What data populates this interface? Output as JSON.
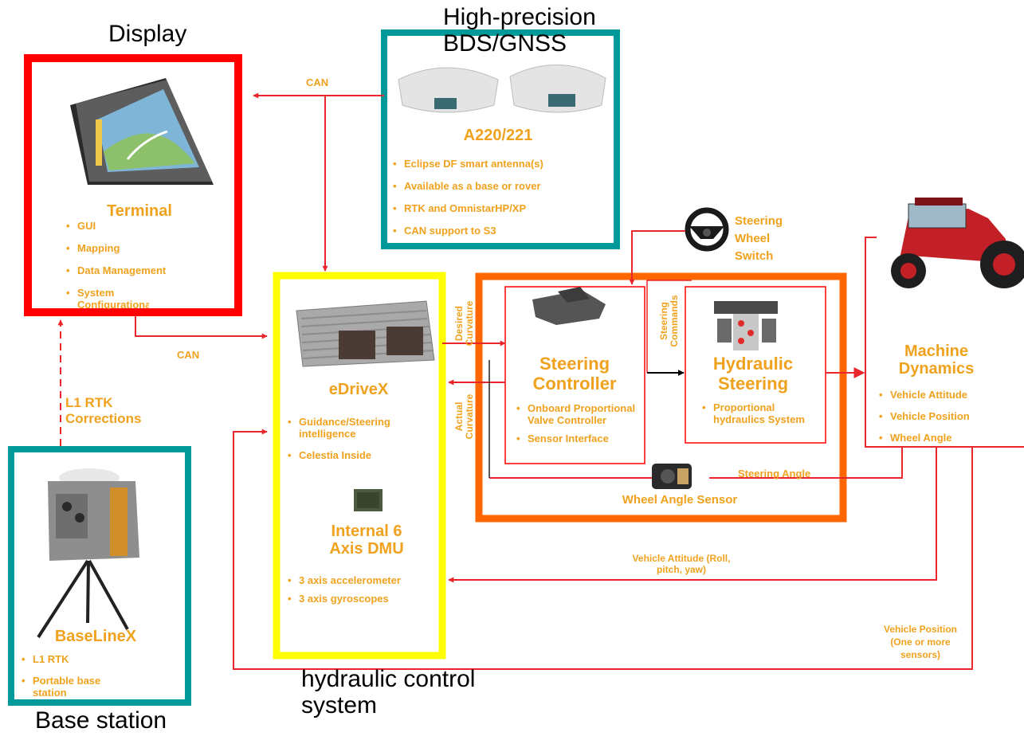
{
  "captions": {
    "display": "Display",
    "gnss": "High-precision BDS/GNSS",
    "hydraulic": "hydraulic control system",
    "base_station": "Base station"
  },
  "terminal": {
    "title": "Terminal",
    "items": [
      "GUI",
      "Mapping",
      "Data Management",
      "System Configurationa"
    ]
  },
  "gnss_box": {
    "title": "A220/221",
    "items": [
      "Eclipse DF smart antenna(s)",
      "Available as a base or rover",
      "RTK and OmnistarHP/XP",
      "CAN support to S3"
    ]
  },
  "edrive": {
    "title": "eDriveX",
    "items": [
      "Guidance/Steering intelligence",
      "Celestia Inside"
    ],
    "dmu_title": "Internal 6 Axis DMU",
    "dmu_items": [
      "3 axis accelerometer",
      "3 axis gyroscopes"
    ]
  },
  "steering_controller": {
    "title": "Steering Controller",
    "items": [
      "Onboard Proportional Valve Controller",
      "Sensor Interface"
    ]
  },
  "hydraulic_steering": {
    "title": "Hydraulic Steering",
    "items": [
      "Proportional hydraulics System"
    ]
  },
  "machine": {
    "title": "Machine Dynamics",
    "items": [
      "Vehicle Attitude",
      "Vehicle Position",
      "Wheel Angle"
    ]
  },
  "baseline": {
    "title": "BaseLineX",
    "items": [
      "L1 RTK",
      "Portable base station"
    ]
  },
  "labels": {
    "can_top": "CAN",
    "can_left": "CAN",
    "l1_rtk": "L1 RTK Corrections",
    "steering_wheel_switch": "Steering Wheel Switch",
    "desired_curvature": "Desired Curvature",
    "actual_curvature": "Actual Curvature",
    "steering_commands": "Steering Commands",
    "steering_angle": "Steering Angle",
    "wheel_angle_sensor": "Wheel Angle Sensor",
    "vehicle_attitude": "Vehicle Attitude (Roll, pitch, yaw)",
    "vehicle_position": "Vehicle Position (One or more sensors)"
  },
  "colors": {
    "display_border": "#ff0000",
    "gnss_border": "#00999a",
    "edrive_border": "#ffff00",
    "steering_border": "#ff6600",
    "base_border": "#00999a",
    "arrow": "#e8262b",
    "text_accent": "#f0a21e"
  }
}
